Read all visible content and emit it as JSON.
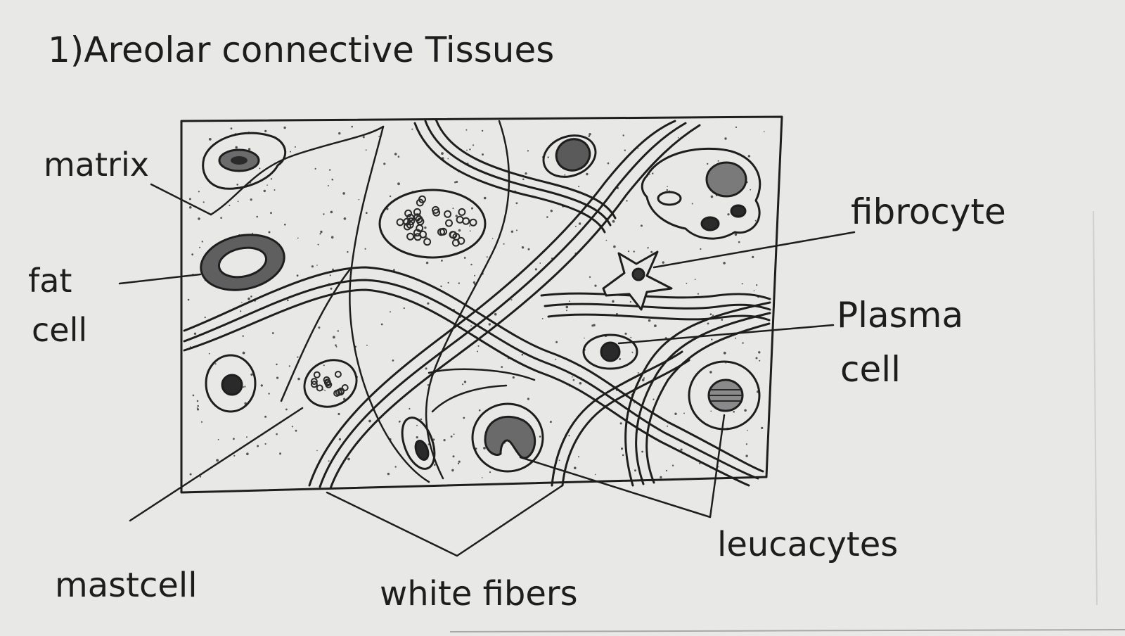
{
  "title": "1)Areolar connective Tissues",
  "labels": {
    "matrix": "matrix",
    "fat_cell_1": "fat",
    "fat_cell_2": "cell",
    "fibrocyte": "fibrocyte",
    "plasma_cell_1": "Plasma",
    "plasma_cell_2": "cell",
    "mast_cell": "mastcell",
    "white_fibers": "white fibers",
    "leucocytes": "leucacytes"
  },
  "colors": {
    "paper": "#e9e9e7",
    "ink": "#1e1e1e",
    "shade": "#5a5a5a"
  }
}
